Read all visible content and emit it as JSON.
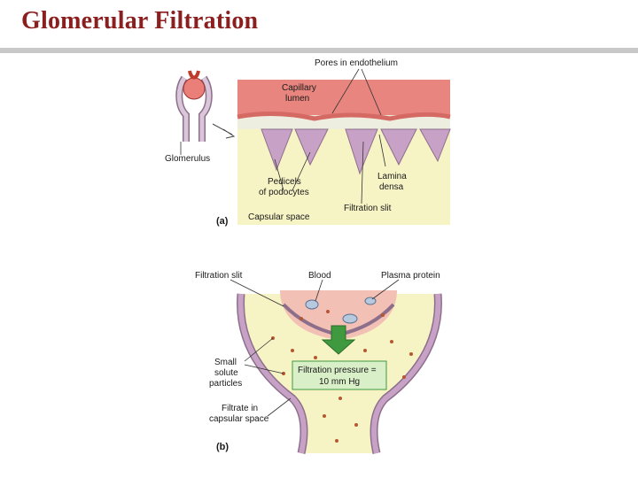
{
  "slide": {
    "title": "Glomerular Filtration"
  },
  "panel_a": {
    "label": "(a)",
    "labels": {
      "pores": "Pores in endothelium",
      "capillary_line1": "Capillary",
      "capillary_line2": "lumen",
      "glomerulus": "Glomerulus",
      "pedicels_line1": "Pedicels",
      "pedicels_line2": "of podocytes",
      "lamina_line1": "Lamina",
      "lamina_line2": "densa",
      "filtration_slit": "Filtration slit",
      "capsular_space": "Capsular space"
    }
  },
  "panel_b": {
    "label": "(b)",
    "labels": {
      "filtration_slit": "Filtration slit",
      "blood": "Blood",
      "plasma_protein": "Plasma protein",
      "small_line1": "Small",
      "small_line2": "solute",
      "small_line3": "particles",
      "pressure_line1": "Filtration pressure =",
      "pressure_line2": "10 mm Hg",
      "filtrate_line1": "Filtrate in",
      "filtrate_line2": "capsular space"
    }
  },
  "colors": {
    "title": "#8b1f1f",
    "capillary": "#e8857e",
    "podocyte": "#c7a2c6",
    "capsular": "#f6f3c4",
    "membrane": "#eeeee0",
    "arrow": "#3f9a3f",
    "dot": "#b5572f"
  }
}
